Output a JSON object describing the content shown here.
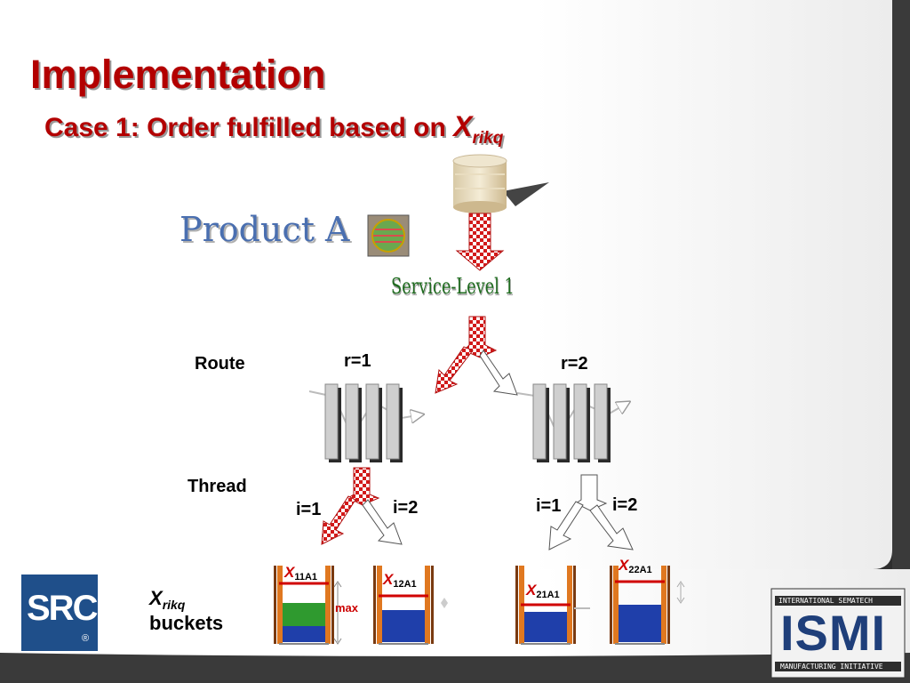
{
  "title": "Implementation",
  "subtitle": {
    "text": "Case 1: Order fulfilled based on ",
    "var": "X",
    "sub": "rikq"
  },
  "product_label": "Product A",
  "service_level": "Service-Level 1",
  "route_label": "Route",
  "thread_label": "Thread",
  "routes": [
    "r=1",
    "r=2"
  ],
  "threads": {
    "r1": [
      "i=1",
      "i=2"
    ],
    "r2": [
      "i=1",
      "i=2"
    ]
  },
  "buckets": [
    {
      "var": "X",
      "sub": "11A1"
    },
    {
      "var": "X",
      "sub": "12A1"
    },
    {
      "var": "X",
      "sub": "21A1"
    },
    {
      "var": "X",
      "sub": "22A1"
    }
  ],
  "max_label": "max",
  "xrikq": {
    "var": "X",
    "sub": "rikq",
    "word": "buckets"
  },
  "logos": {
    "src": {
      "text": "SRC",
      "mark": "®"
    },
    "ismi": {
      "top": "INTERNATIONAL SEMATECH",
      "main": "ISMI",
      "bottom": "MANUFACTURING INITIATIVE"
    }
  },
  "colors": {
    "title": "#b30000",
    "product": "#4a6fb0",
    "service": "#1f6b1f",
    "bucket_blue": "#1f3faa",
    "bucket_green": "#2f9a2f",
    "bucket_frame": "#e07820"
  }
}
